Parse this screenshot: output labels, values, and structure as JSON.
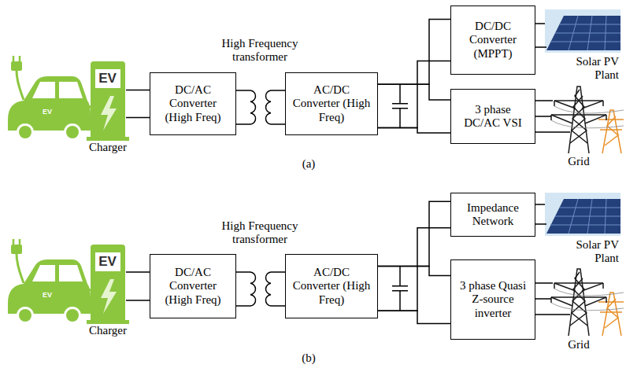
{
  "diagram": {
    "nodes": [
      {
        "text": [
          "EV",
          "Charger"
        ]
      },
      {
        "text": [
          "DC/AC Converter (High Freq)"
        ]
      },
      {
        "text": [
          "AC/DC Converter (High Freq)"
        ]
      },
      {
        "text": [
          "DC/DC Converter (MPPT)"
        ]
      },
      {
        "text": [
          "3 phase DC/AC VSI"
        ]
      },
      {
        "text": [
          "EV",
          "Charger"
        ]
      },
      {
        "text": [
          "DC/AC Converter (High Freq)"
        ]
      },
      {
        "text": [
          "AC/DC Converter (High Freq)"
        ]
      },
      {
        "text": [
          "Impedance Network"
        ]
      },
      {
        "text": [
          "3 phase Quasi Z-source inverter"
        ]
      }
    ],
    "edges": [
      {
        "from": 0,
        "to": 1,
        "arrow": "none"
      },
      {
        "from": 2,
        "to": 3,
        "arrow": "none"
      },
      {
        "from": 2,
        "to": 4,
        "arrow": "none"
      },
      {
        "from": 5,
        "to": 6,
        "arrow": "none"
      },
      {
        "from": 7,
        "to": 8,
        "arrow": "none"
      },
      {
        "from": 7,
        "to": 9,
        "arrow": "none"
      }
    ],
    "labels": [
      "EV",
      "High Frequency transformer",
      "Solar PV Plant",
      "Grid",
      "(a)",
      "EV",
      "High Frequency transformer",
      "Solar PV Plant",
      "Grid",
      "(b)"
    ]
  }
}
